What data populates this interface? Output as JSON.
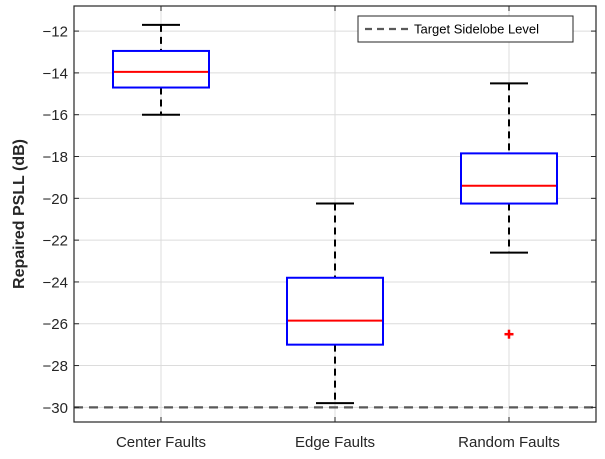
{
  "chart_data": {
    "type": "box",
    "title": "",
    "xlabel": "",
    "ylabel": "Repaired PSLL (dB)",
    "ylim": [
      -30.7,
      -10.8
    ],
    "y_ticks": [
      -12,
      -14,
      -16,
      -18,
      -20,
      -22,
      -24,
      -26,
      -28,
      -30
    ],
    "y_tick_labels": [
      "−12",
      "−14",
      "−16",
      "−18",
      "−20",
      "−22",
      "−24",
      "−26",
      "−28",
      "−30"
    ],
    "grid": true,
    "legend_position": "top-right",
    "categories": [
      "Center Faults",
      "Edge Faults",
      "Random Faults"
    ],
    "boxes": [
      {
        "category": "Center Faults",
        "whisker_low": -16.0,
        "q1": -14.7,
        "median": -13.95,
        "q3": -12.95,
        "whisker_high": -11.7,
        "outliers": []
      },
      {
        "category": "Edge Faults",
        "whisker_low": -29.8,
        "q1": -27.0,
        "median": -25.85,
        "q3": -23.8,
        "whisker_high": -20.25,
        "outliers": []
      },
      {
        "category": "Random Faults",
        "whisker_low": -22.6,
        "q1": -20.25,
        "median": -19.4,
        "q3": -17.85,
        "whisker_high": -14.5,
        "outliers": [
          -26.5
        ]
      }
    ],
    "reference_line": {
      "label": "Target Sidelobe Level",
      "value": -30,
      "style": "dashed"
    },
    "colors": {
      "box": "#0000ff",
      "median": "#ff0000",
      "whisker": "#000000",
      "outlier": "#ff0000",
      "reference": "#595959",
      "grid": "#dcdcdc",
      "axis": "#262626"
    }
  }
}
